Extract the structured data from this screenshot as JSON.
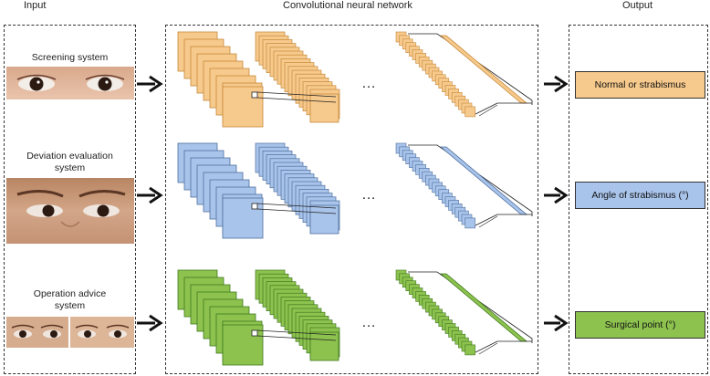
{
  "headers": {
    "input": "Input",
    "network": "Convolutional neural network",
    "output": "Output"
  },
  "rows": [
    {
      "system_label_lines": [
        "Screening system"
      ],
      "output_label": "Normal or strabismus",
      "fill": "#F6C98C",
      "stroke": "#C7893A"
    },
    {
      "system_label_lines": [
        "Deviation evaluation",
        "system"
      ],
      "output_label": "Angle of strabismus (°)",
      "fill": "#A9C4EA",
      "stroke": "#4D6F9F"
    },
    {
      "system_label_lines": [
        "Operation advice",
        "system"
      ],
      "output_label": "Surgical point (°)",
      "fill": "#8DC24F",
      "stroke": "#3F7A1D"
    }
  ],
  "ellipsis": "…",
  "colors": {
    "skin_light": "#E7BFA5",
    "skin_dark": "#C99779",
    "iris": "#2B1A12"
  }
}
